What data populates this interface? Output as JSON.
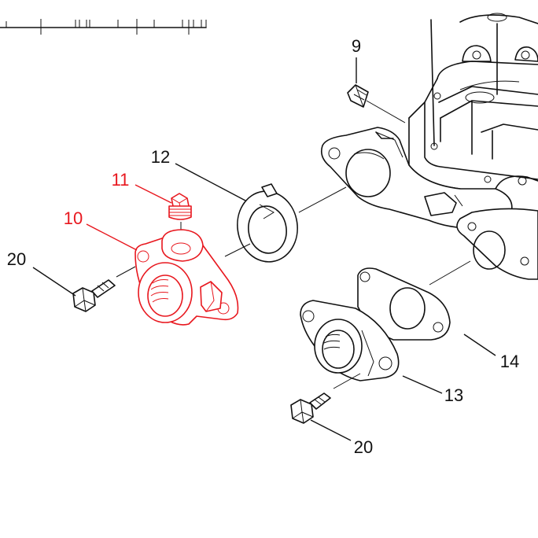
{
  "colors": {
    "highlight": "#e8171e",
    "line": "#111111",
    "background": "#ffffff"
  },
  "callouts": {
    "c9": "9",
    "c10": "10",
    "c11": "11",
    "c12": "12",
    "c13": "13",
    "c14": "14",
    "c20a": "20",
    "c20b": "20"
  }
}
